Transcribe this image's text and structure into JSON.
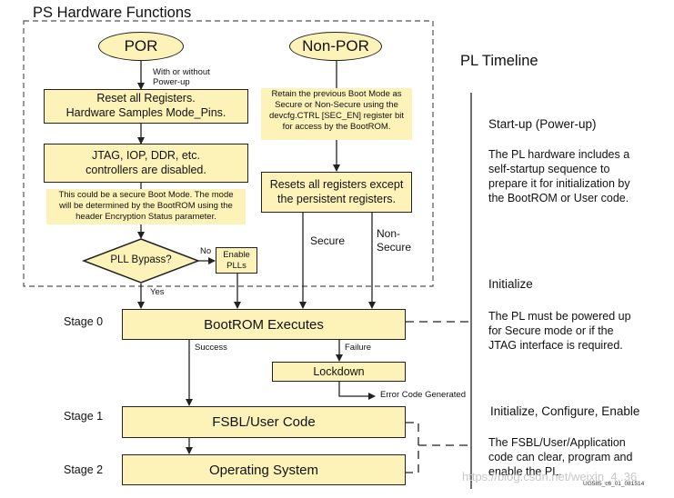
{
  "title": "PS Hardware Functions",
  "pl_timeline": "PL Timeline",
  "por": "POR",
  "non_por": "Non-POR",
  "power_label_1": "With or without",
  "power_label_2": "Power-up",
  "reset_box_1": "Reset all Registers.",
  "reset_box_2": "Hardware Samples Mode_Pins.",
  "jtag_box_1": "JTAG, IOP, DDR, etc.",
  "jtag_box_2": "controllers are disabled.",
  "secure_note_1": "This could be a secure Boot Mode. The mode",
  "secure_note_2": "will be determined by the BootROM using the",
  "secure_note_3": "header Encryption Status parameter.",
  "retain_note_1": "Retain the previous Boot Mode as",
  "retain_note_2": "Secure or Non-Secure using the",
  "retain_note_3": "devcfg.CTRL [SEC_EN] register bit",
  "retain_note_4": "for access by the BootROM.",
  "resets_box_1": "Resets all registers except",
  "resets_box_2": "the persistent registers.",
  "secure_label": "Secure",
  "non_secure_1": "Non-",
  "non_secure_2": "Secure",
  "pll_bypass": "PLL Bypass?",
  "no_label": "No",
  "enable_1": "Enable",
  "enable_2": "PLLs",
  "yes_label": "Yes",
  "stage0": "Stage 0",
  "bootrom": "BootROM Executes",
  "success": "Success",
  "failure": "Failure",
  "lockdown": "Lockdown",
  "error_code": "Error Code Generated",
  "stage1": "Stage 1",
  "fsbl": "FSBL/User Code",
  "stage2": "Stage 2",
  "os": "Operating System",
  "timeline": {
    "startup_title": "Start-up (Power-up)",
    "startup_1": "The PL hardware includes a",
    "startup_2": "self-startup sequence to",
    "startup_3": "prepare it for initialization by",
    "startup_4": "the BootROM or User code.",
    "init_title": "Initialize",
    "init_1": "The PL must be powered up",
    "init_2": "for Secure mode or if the",
    "init_3": "JTAG interface is required.",
    "ice_title": "Initialize, Configure, Enable",
    "ice_1": "The FSBL/User/Application",
    "ice_2": "code can clear, program and",
    "ice_3": "enable the PL."
  },
  "figure_id": "UG585_c6_01_081514",
  "watermark": "https://blog.csdn.net/weixin_4..36"
}
